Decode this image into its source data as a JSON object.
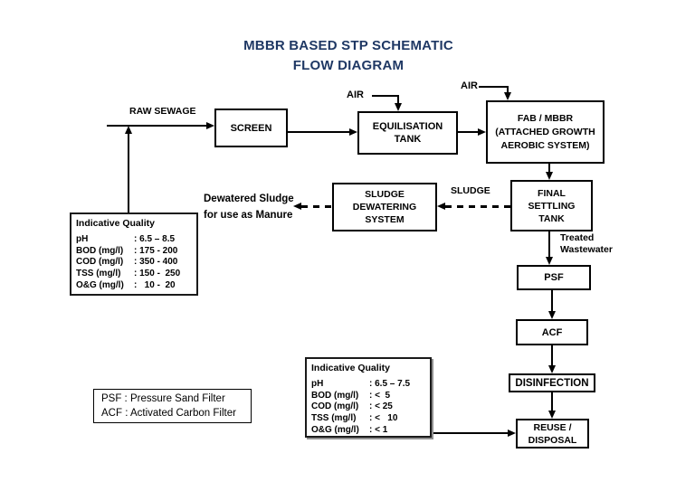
{
  "title": "MBBR BASED STP SCHEMATIC FLOW DIAGRAM",
  "colors": {
    "title_text": "#1f3864",
    "line": "#000000"
  },
  "process_boxes": {
    "screen": "SCREEN",
    "equalisation_tank": "EQUILISATION TANK",
    "fab_mbbr": "FAB / MBBR (ATTACHED GROWTH AEROBIC SYSTEM)",
    "final_settling_tank": "FINAL SETTLING TANK",
    "sludge_dewatering_system": "SLUDGE DEWATERING SYSTEM",
    "psf": "PSF",
    "acf": "ACF",
    "disinfection": "DISINFECTION",
    "reuse_disposal": "REUSE / DISPOSAL"
  },
  "flow_labels": {
    "raw_sewage": "RAW SEWAGE",
    "air_equalisation": "AIR",
    "air_fab": "AIR",
    "sludge": "SLUDGE",
    "treated_wastewater": "Treated Wastewater",
    "dewatered_sludge": "Dewatered Sludge for use as Manure"
  },
  "quality_influent": {
    "title": "Indicative Quality",
    "rows": [
      {
        "label": "pH",
        "value": ": 6.5 – 8.5"
      },
      {
        "label": "BOD (mg/l)",
        "value": ": 175 - 200"
      },
      {
        "label": "COD (mg/l)",
        "value": ": 350 - 400"
      },
      {
        "label": "TSS (mg/l)",
        "value": ": 150 -  250"
      },
      {
        "label": "O&G (mg/l)",
        "value": ":   10 -  20"
      }
    ]
  },
  "quality_treated": {
    "title": "Indicative Quality",
    "rows": [
      {
        "label": "pH",
        "value": ": 6.5 – 7.5"
      },
      {
        "label": "BOD (mg/l)",
        "value": ": <  5"
      },
      {
        "label": "COD (mg/l)",
        "value": ": < 25"
      },
      {
        "label": "TSS (mg/l)",
        "value": ": <   10"
      },
      {
        "label": "O&G (mg/l)",
        "value": ": < 1"
      }
    ]
  },
  "legend": {
    "line1": "PSF : Pressure Sand Filter",
    "line2": "ACF : Activated Carbon Filter"
  }
}
